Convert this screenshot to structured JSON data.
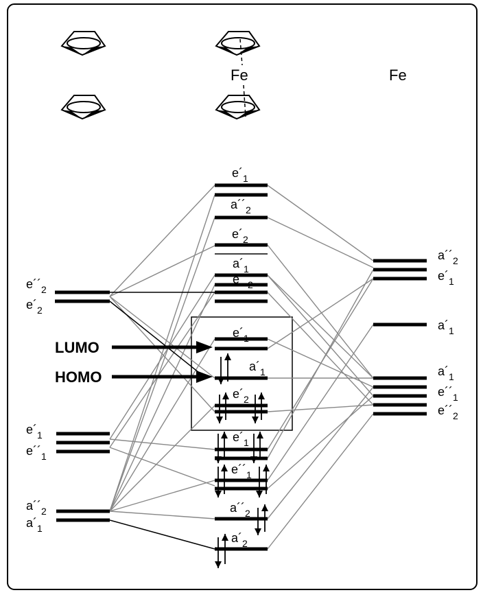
{
  "molecules": {
    "iron_symbol_complex": "Fe",
    "iron_symbol_atom": "Fe"
  },
  "left_levels": [
    {
      "id": "L_ep2",
      "sym": "e",
      "primes": "´´",
      "sub": "2"
    },
    {
      "id": "L_e2",
      "sym": "e",
      "primes": "´",
      "sub": "2"
    },
    {
      "id": "L_ep1",
      "sym": "e",
      "primes": "´",
      "sub": "1"
    },
    {
      "id": "L_epp1",
      "sym": "e",
      "primes": "´´",
      "sub": "1"
    },
    {
      "id": "L_a2",
      "sym": "a",
      "primes": "´´",
      "sub": "2"
    },
    {
      "id": "L_a1",
      "sym": "a",
      "primes": "´",
      "sub": "1"
    }
  ],
  "mid_levels": [
    {
      "id": "M1",
      "sym": "e",
      "primes": "´",
      "sub": "1"
    },
    {
      "id": "M2",
      "sym": "a",
      "primes": "´´",
      "sub": "2"
    },
    {
      "id": "M3",
      "sym": "e",
      "primes": "´",
      "sub": "2"
    },
    {
      "id": "M4",
      "sym": "a",
      "primes": "´",
      "sub": "1"
    },
    {
      "id": "M5",
      "sym": "e",
      "primes": "´´",
      "sub": "2"
    },
    {
      "id": "M6",
      "sym": "e",
      "primes": "´",
      "sub": "1"
    },
    {
      "id": "M7",
      "sym": "a",
      "primes": "´",
      "sub": "1"
    },
    {
      "id": "M8",
      "sym": "e",
      "primes": "´",
      "sub": "2"
    },
    {
      "id": "M9",
      "sym": "e",
      "primes": "´",
      "sub": "1"
    },
    {
      "id": "M10",
      "sym": "e",
      "primes": "´´",
      "sub": "1"
    },
    {
      "id": "M11",
      "sym": "a",
      "primes": "´´",
      "sub": "2"
    },
    {
      "id": "M12",
      "sym": "a",
      "primes": "´",
      "sub": "2"
    }
  ],
  "right_levels": [
    {
      "id": "R1",
      "sym": "a",
      "primes": "´´",
      "sub": "2"
    },
    {
      "id": "R2",
      "sym": "e",
      "primes": "´",
      "sub": "1"
    },
    {
      "id": "R3",
      "sym": "a",
      "primes": "´",
      "sub": "1"
    },
    {
      "id": "R4",
      "sym": "a",
      "primes": "´",
      "sub": "1"
    },
    {
      "id": "R5",
      "sym": "e",
      "primes": "´´",
      "sub": "1"
    },
    {
      "id": "R6",
      "sym": "e",
      "primes": "´´",
      "sub": "2"
    }
  ],
  "callouts": {
    "lumo": "LUMO",
    "homo": "HOMO"
  }
}
